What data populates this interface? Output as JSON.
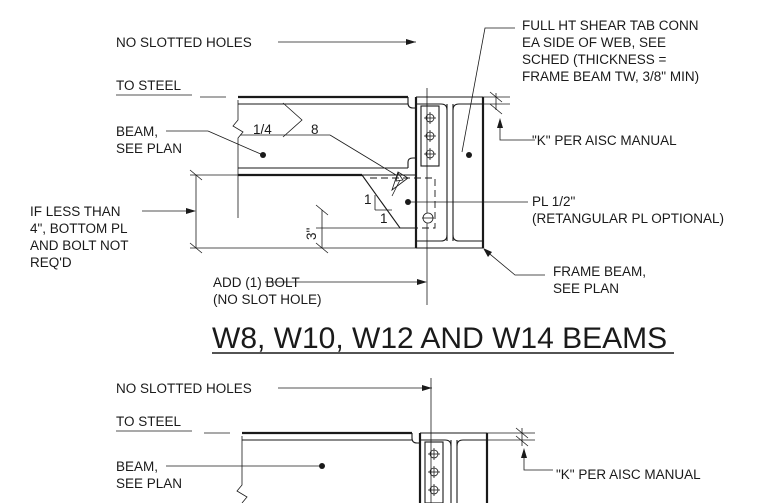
{
  "detail_top": {
    "labels": {
      "no_slotted_holes": "NO SLOTTED HOLES",
      "to_steel": "TO STEEL",
      "beam_line1": "BEAM,",
      "beam_line2": "SEE PLAN",
      "weld_size": "1/4",
      "weld_length": "8",
      "shear_tab_line1": "FULL HT SHEAR TAB CONN",
      "shear_tab_line2": "EA SIDE OF WEB, SEE",
      "shear_tab_line3": "SCHED (THICKNESS =",
      "shear_tab_line4": "FRAME BEAM TW, 3/8\" MIN)",
      "k_per_aisc": "\"K\" PER AISC MANUAL",
      "slope_rise": "1",
      "slope_run": "1",
      "plate_line1": "PL 1/2\"",
      "plate_line2": "(RETANGULAR PL OPTIONAL)",
      "if_less_line1": "IF LESS THAN",
      "if_less_line2": "4\", BOTTOM PL",
      "if_less_line3": "AND BOLT NOT",
      "if_less_line4": "REQ'D",
      "dim_3in": "3\"",
      "add_bolt_line1": "ADD (1) BOLT",
      "add_bolt_line2": "(NO SLOT HOLE)",
      "frame_beam_line1": "FRAME BEAM,",
      "frame_beam_line2": "SEE PLAN"
    }
  },
  "section_title": "W8, W10, W12 AND W14 BEAMS",
  "detail_bottom": {
    "labels": {
      "no_slotted_holes": "NO SLOTTED HOLES",
      "to_steel": "TO STEEL",
      "beam_line1": "BEAM,",
      "beam_line2": "SEE PLAN",
      "k_per_aisc": "\"K\" PER AISC MANUAL"
    }
  }
}
